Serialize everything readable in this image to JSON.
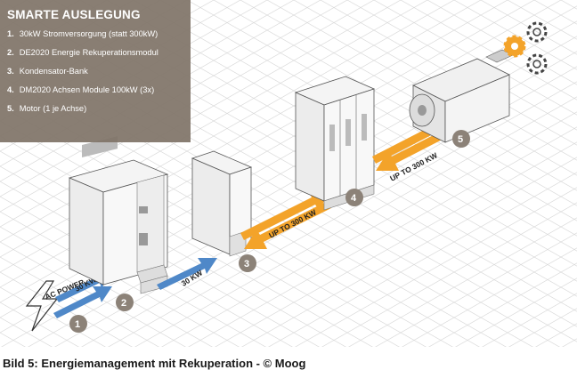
{
  "legend": {
    "title": "SMARTE AUSLEGUNG",
    "items": [
      {
        "num": "1.",
        "text": "30kW Stromversorgung (statt 300kW)"
      },
      {
        "num": "2.",
        "text": "DE2020 Energie Rekuperationsmodul"
      },
      {
        "num": "3.",
        "text": "Kondensator-Bank"
      },
      {
        "num": "4.",
        "text": "DM2020 Achsen Module 100kW (3x)"
      },
      {
        "num": "5.",
        "text": "Motor (1 je Achse)"
      }
    ]
  },
  "labels": {
    "ac_power": "AC POWER",
    "link_1_2": "30 KW",
    "link_2_3": "30 KW",
    "link_3_4": "UP TO 300 KW",
    "link_4_5": "UP TO 300 KW"
  },
  "badges": [
    "1",
    "2",
    "3",
    "4",
    "5"
  ],
  "caption": "Bild 5: Energiemanagement mit Rekuperation - © Moog",
  "colors": {
    "legend_bg": "#807468",
    "orange_arrow": "#f3a32a",
    "blue_arrow": "#4f88c8",
    "badge": "#8c8278",
    "gear_accent": "#f3a32a"
  },
  "icons": [
    "lightning-icon",
    "gear-icon"
  ]
}
